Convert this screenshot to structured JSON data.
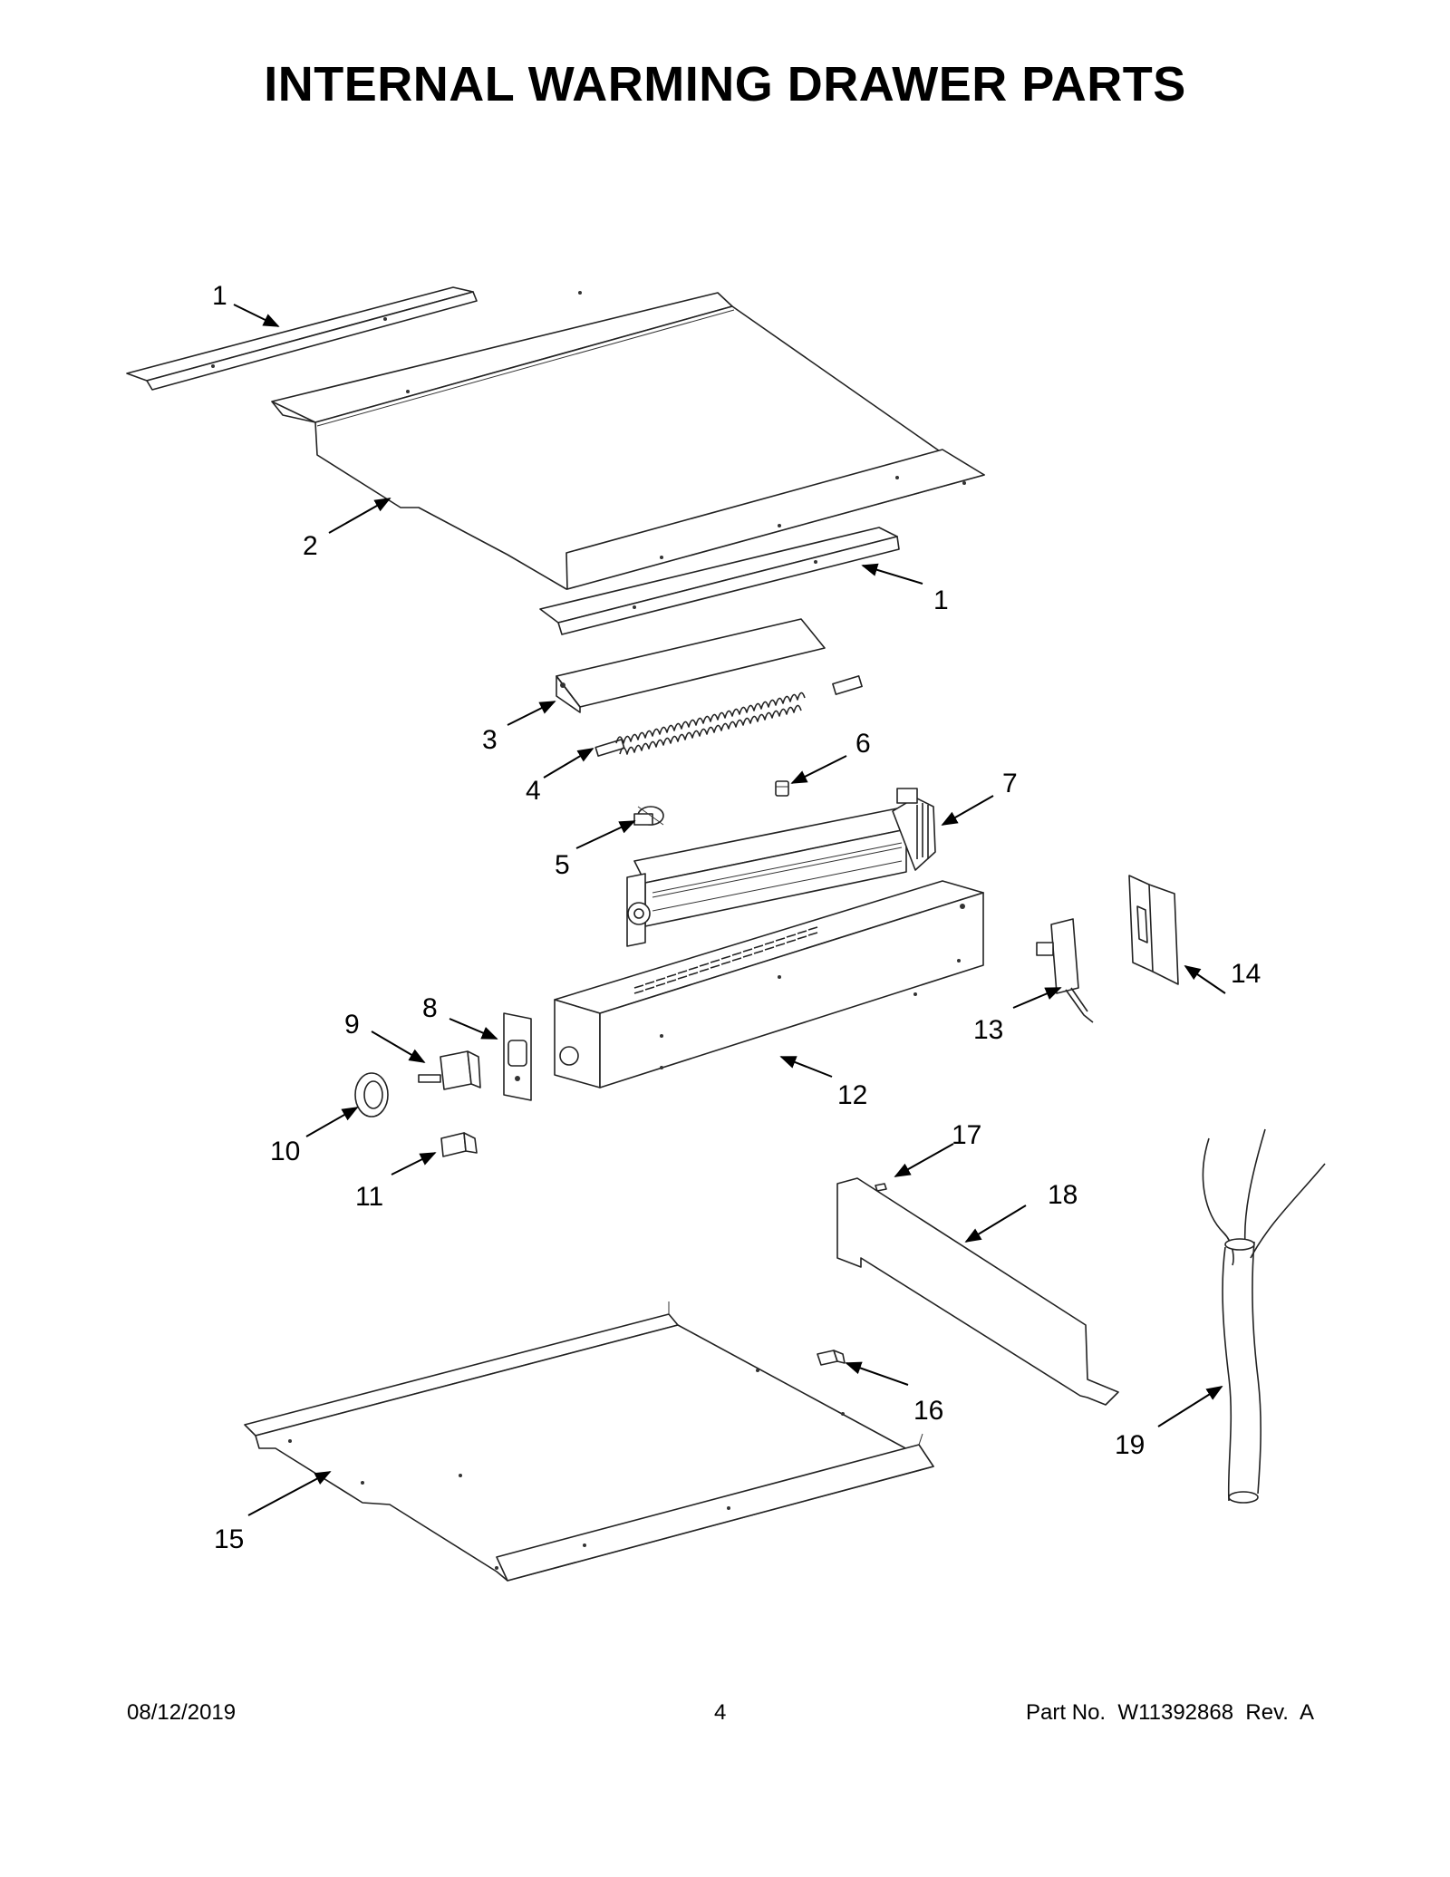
{
  "title": "INTERNAL WARMING DRAWER PARTS",
  "callouts": [
    {
      "id": "c1a",
      "text": "1"
    },
    {
      "id": "c1b",
      "text": "1"
    },
    {
      "id": "c2",
      "text": "2"
    },
    {
      "id": "c3",
      "text": "3"
    },
    {
      "id": "c4",
      "text": "4"
    },
    {
      "id": "c5",
      "text": "5"
    },
    {
      "id": "c6",
      "text": "6"
    },
    {
      "id": "c7",
      "text": "7"
    },
    {
      "id": "c8",
      "text": "8"
    },
    {
      "id": "c9",
      "text": "9"
    },
    {
      "id": "c10",
      "text": "10"
    },
    {
      "id": "c11",
      "text": "11"
    },
    {
      "id": "c12",
      "text": "12"
    },
    {
      "id": "c13",
      "text": "13"
    },
    {
      "id": "c14",
      "text": "14"
    },
    {
      "id": "c15",
      "text": "15"
    },
    {
      "id": "c16",
      "text": "16"
    },
    {
      "id": "c17",
      "text": "17"
    },
    {
      "id": "c18",
      "text": "18"
    },
    {
      "id": "c19",
      "text": "19"
    }
  ],
  "footer": {
    "date": "08/12/2019",
    "page": "4",
    "part": "Part No.  W11392868  Rev.  A"
  }
}
